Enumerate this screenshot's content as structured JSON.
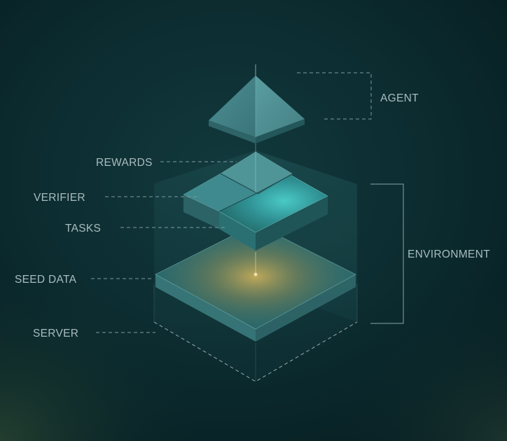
{
  "diagram": {
    "labels": {
      "agent": "AGENT",
      "rewards": "REWARDS",
      "verifier": "VERIFIER",
      "tasks": "TASKS",
      "environment": "ENVIRONMENT",
      "seed_data": "SEED DATA",
      "server": "SERVER"
    }
  },
  "colors": {
    "background": "#0b2a2e",
    "label_text": "#a9bcbf",
    "leader_line": "#7f9a9e",
    "block_light": "#5fa5a9",
    "block_glow": "#3fc7c6",
    "seed_glow": "#c9a64a"
  }
}
